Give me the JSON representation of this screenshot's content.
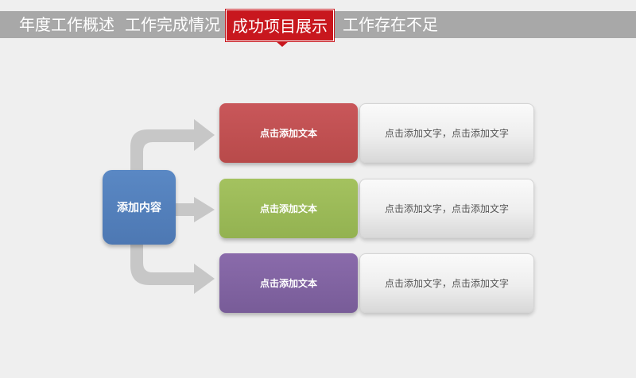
{
  "nav": {
    "items": [
      {
        "label": "年度工作概述",
        "active": false
      },
      {
        "label": "工作完成情况",
        "active": false
      },
      {
        "label": "成功项目展示",
        "active": true
      },
      {
        "label": "工作存在不足",
        "active": false
      }
    ]
  },
  "diagram": {
    "source_label": "添加内容",
    "items": [
      {
        "title": "点击添加文本",
        "description": "点击添加文字，点击添加文字",
        "color": "#c0504d"
      },
      {
        "title": "点击添加文本",
        "description": "点击添加文字，点击添加文字",
        "color": "#9bbb59"
      },
      {
        "title": "点击添加文本",
        "description": "点击添加文字，点击添加文字",
        "color": "#8064a2"
      }
    ],
    "source_color": "#4f81bd",
    "active_tab_color": "#c8171e"
  }
}
